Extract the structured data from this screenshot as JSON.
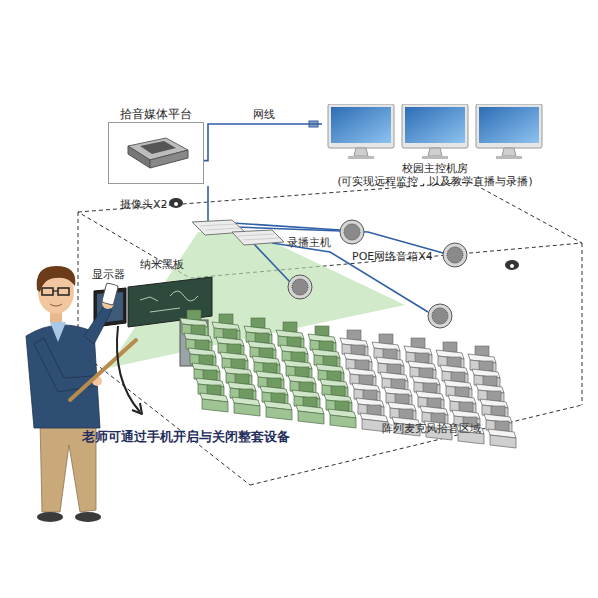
{
  "diagram": {
    "nodes": [
      {
        "text": [
          "拾音媒体平台"
        ]
      },
      {
        "text": [
          "校园主控机房",
          "(可实现远程监控，以及教学直播与录播)"
        ]
      }
    ],
    "edges": [
      {
        "from": 0,
        "to": 1,
        "label": "网线",
        "arrow": "none"
      }
    ],
    "labels": [
      "摄像头X2",
      "录播主机",
      "POE网络音箱X4",
      "显示器",
      "纳米黑板",
      "老师可通过手机开启与关闭整套设备",
      "阵列麦克风拾音区域"
    ]
  }
}
